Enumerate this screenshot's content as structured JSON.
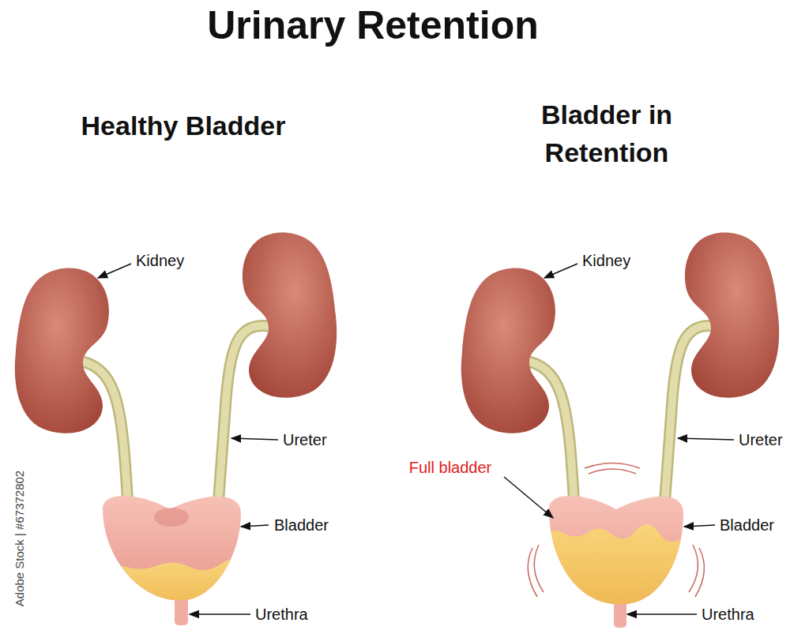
{
  "diagram": {
    "title": "Urinary Retention",
    "labels": [
      "Healthy Bladder",
      "Bladder in Retention",
      "Kidney",
      "Ureter",
      "Bladder",
      "Urethra",
      "Kidney",
      "Ureter",
      "Full bladder",
      "Bladder",
      "Urethra",
      "Adobe Stock | #67372802"
    ]
  }
}
